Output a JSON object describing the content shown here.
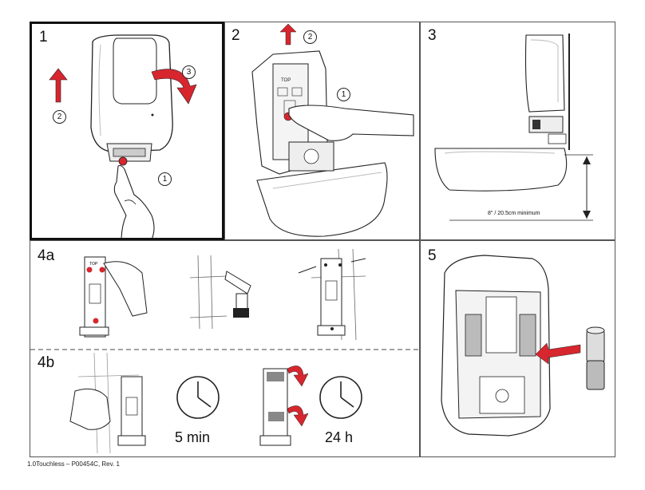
{
  "steps": {
    "s1": "1",
    "s2": "2",
    "s3": "3",
    "s4a": "4a",
    "s4b": "4b",
    "s5": "5"
  },
  "callouts": {
    "one": "1",
    "two": "2",
    "three": "3"
  },
  "dimension_label": "8\" / 20.5cm minimum",
  "timers": {
    "first": "5 min",
    "second": "24 h"
  },
  "template_label": "TOP",
  "footer": "1.0Touchless – P00454C, Rev. 1",
  "colors": {
    "accent_red": "#d7262e",
    "line": "#222222",
    "frame": "#555555"
  }
}
